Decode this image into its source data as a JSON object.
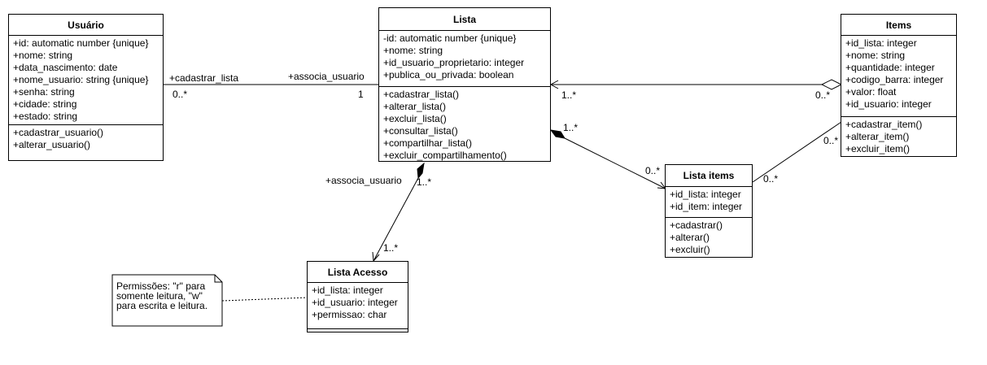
{
  "classes": {
    "usuario": {
      "name": "Usuário",
      "attributes": [
        "+id: automatic number {unique}",
        "+nome: string",
        "+data_nascimento: date",
        "+nome_usuario: string {unique}",
        "+senha: string",
        "+cidade: string",
        "+estado: string"
      ],
      "operations": [
        "+cadastrar_usuario()",
        "+alterar_usuario()"
      ]
    },
    "lista": {
      "name": "Lista",
      "attributes": [
        "-id: automatic number {unique}",
        "+nome: string",
        "+id_usuario_proprietario: integer",
        "+publica_ou_privada: boolean"
      ],
      "operations": [
        "+cadastrar_lista()",
        "+alterar_lista()",
        "+excluir_lista()",
        "+consultar_lista()",
        "+compartilhar_lista()",
        "+excluir_compartilhamento()"
      ]
    },
    "items": {
      "name": "Items",
      "attributes": [
        "+id_lista: integer",
        "+nome: string",
        "+quantidade: integer",
        "+codigo_barra: integer",
        "+valor: float",
        "+id_usuario: integer"
      ],
      "operations": [
        "+cadastrar_item()",
        "+alterar_item()",
        "+excluir_item()"
      ]
    },
    "lista_items": {
      "name": "Lista items",
      "attributes": [
        "+id_lista: integer",
        "+id_item: integer"
      ],
      "operations": [
        "+cadastrar()",
        "+alterar()",
        "+excluir()"
      ]
    },
    "lista_acesso": {
      "name": "Lista Acesso",
      "attributes": [
        "+id_lista: integer",
        "+id_usuario: integer",
        "+permissao: char"
      ],
      "operations": []
    }
  },
  "labels": {
    "usuario_role": "+cadastrar_lista",
    "usuario_mult": "0..*",
    "lista_role": "+associa_usuario",
    "lista_mult": "1",
    "lista_items_assoc_mult": "1..*",
    "items_assoc_mult": "0..*",
    "lista_comp_mult": "1..*",
    "listaitems_comp_mult": "0..*",
    "items_to_listaitems_mult": "0..*",
    "listaitems_to_items_mult": "0..*",
    "acesso_role": "+associa_usuario",
    "acesso_lista_mult": "1..*",
    "acesso_mult": "1..*"
  },
  "note": {
    "lines": [
      "Permissões: \"r\" para",
      "somente leitura, \"w\"",
      "para escrita e leitura."
    ]
  }
}
